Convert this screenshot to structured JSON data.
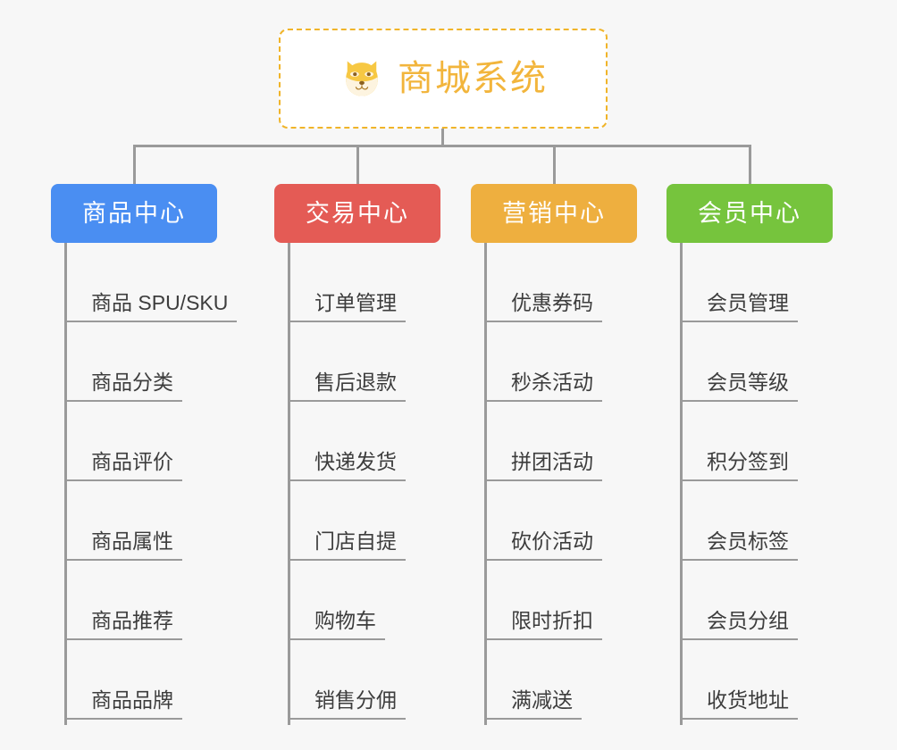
{
  "root": {
    "title": "商城系统",
    "icon": "shiba-dog-icon",
    "border_color": "#f0b429",
    "title_color": "#f2b53c",
    "background": "#ffffff"
  },
  "canvas": {
    "background": "#f7f7f7",
    "line_color": "#9a9a9a"
  },
  "categories": [
    {
      "label": "商品中心",
      "color": "#4a8ef2",
      "items": [
        "商品 SPU/SKU",
        "商品分类",
        "商品评价",
        "商品属性",
        "商品推荐",
        "商品品牌"
      ]
    },
    {
      "label": "交易中心",
      "color": "#e45b55",
      "items": [
        "订单管理",
        "售后退款",
        "快递发货",
        "门店自提",
        "购物车",
        "销售分佣"
      ]
    },
    {
      "label": "营销中心",
      "color": "#eeaf3f",
      "items": [
        "优惠券码",
        "秒杀活动",
        "拼团活动",
        "砍价活动",
        "限时折扣",
        "满减送"
      ]
    },
    {
      "label": "会员中心",
      "color": "#76c43d",
      "items": [
        "会员管理",
        "会员等级",
        "积分签到",
        "会员标签",
        "会员分组",
        "收货地址"
      ]
    }
  ]
}
